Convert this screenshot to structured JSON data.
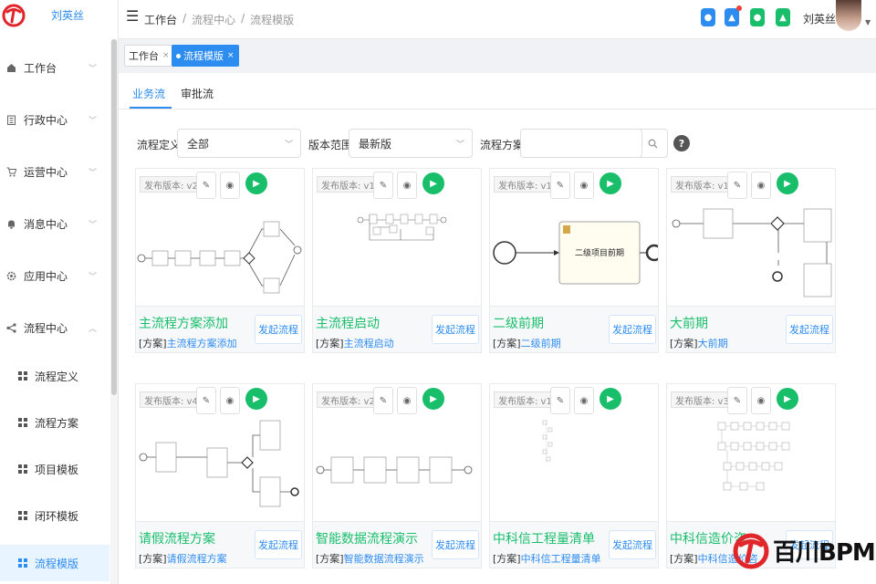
{
  "sidebar": {
    "user": "刘英丝",
    "menu": [
      {
        "label": "工作台",
        "icon": "home-icon"
      },
      {
        "label": "行政中心",
        "icon": "building-icon"
      },
      {
        "label": "运营中心",
        "icon": "cart-icon"
      },
      {
        "label": "消息中心",
        "icon": "bell-icon"
      },
      {
        "label": "应用中心",
        "icon": "gear-icon"
      },
      {
        "label": "流程中心",
        "icon": "share-icon"
      }
    ],
    "submenu": [
      {
        "label": "流程定义"
      },
      {
        "label": "流程方案"
      },
      {
        "label": "项目模板"
      },
      {
        "label": "闭环模板"
      },
      {
        "label": "流程模版"
      }
    ]
  },
  "header": {
    "breadcrumb": [
      "工作台",
      "流程中心",
      "流程模版"
    ],
    "user": "刘英丝",
    "icon_colors": [
      "#2d8cf0",
      "#2d8cf0",
      "#19be6b",
      "#19be6b"
    ]
  },
  "page_tabs": [
    {
      "label": "工作台",
      "close": "×"
    },
    {
      "label": "流程模版",
      "close": "×"
    }
  ],
  "sub_tabs": [
    "业务流",
    "审批流"
  ],
  "filters": {
    "definition_label": "流程定义",
    "definition_value": "全部",
    "version_label": "版本范围",
    "version_value": "最新版",
    "scheme_label": "流程方案",
    "scheme_value": ""
  },
  "cards": [
    {
      "version": "发布版本: v2",
      "title": "主流程方案添加",
      "prefix": "[方案]",
      "name": "主流程方案添加",
      "button": "发起流程"
    },
    {
      "version": "发布版本: v1",
      "title": "主流程启动",
      "prefix": "[方案]",
      "name": "主流程启动",
      "button": "发起流程"
    },
    {
      "version": "发布版本: v1",
      "title": "二级前期",
      "prefix": "[方案]",
      "name": "二级前期",
      "button": "发起流程",
      "node_text": "二级项目前期"
    },
    {
      "version": "发布版本: v1",
      "title": "大前期",
      "prefix": "[方案]",
      "name": "大前期",
      "button": "发起流程"
    },
    {
      "version": "发布版本: v4",
      "title": "请假流程方案",
      "prefix": "[方案]",
      "name": "请假流程方案",
      "button": "发起流程"
    },
    {
      "version": "发布版本: v2",
      "title": "智能数据流程演示",
      "prefix": "[方案]",
      "name": "智能数据流程演示",
      "button": "发起流程"
    },
    {
      "version": "发布版本: v1",
      "title": "中科信工程量清单",
      "prefix": "[方案]",
      "name": "中科信工程量清单",
      "button": "发起流程"
    },
    {
      "version": "发布版本: v3",
      "title": "中科信造价咨",
      "prefix": "[方案]",
      "name": "中科信造价咨",
      "button": "发起流程"
    }
  ],
  "watermark": {
    "text": "百川BPM"
  },
  "colors": {
    "accent": "#2d8cf0",
    "green": "#19be6b",
    "brand_red": "#e0252b"
  }
}
